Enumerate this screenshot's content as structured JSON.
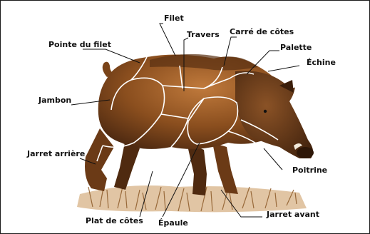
{
  "colors": {
    "body_dark": "#4a2710",
    "body_mid": "#7a4419",
    "body_light": "#b46e34",
    "cut_lines": "#ffffff",
    "leader_lines": "#111111",
    "grass": "#9a6a34",
    "frame": "#1a1a1a"
  },
  "labels": {
    "filet": "Filet",
    "travers": "Travers",
    "carre_de_cotes": "Carré de côtes",
    "pointe_du_filet": "Pointe du filet",
    "palette": "Palette",
    "echine": "Échine",
    "jambon": "Jambon",
    "jarret_arriere": "Jarret arrière",
    "poitrine": "Poitrine",
    "plat_de_cotes": "Plat de côtes",
    "epaule": "Épaule",
    "jarret_avant": "Jarret avant"
  }
}
